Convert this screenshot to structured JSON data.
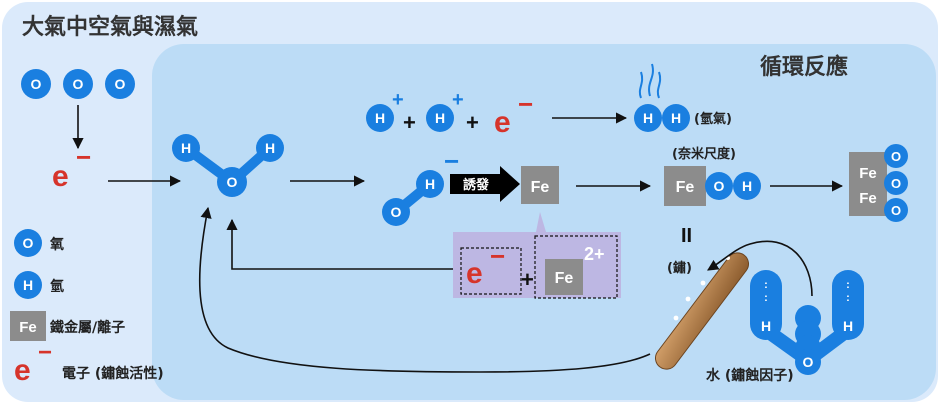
{
  "titles": {
    "outer": "大氣中空氣與濕氣",
    "inner": "循環反應"
  },
  "atoms": {
    "oxygen": "O",
    "hydrogen": "H",
    "iron": "Fe"
  },
  "electron": {
    "symbol": "e",
    "charge": "−"
  },
  "charges": {
    "plus": "+",
    "two_plus": "2+"
  },
  "operators": {
    "plus": "+",
    "parallel": "II"
  },
  "labels": {
    "hydrogen_gas": "(氫氣)",
    "nano_scale": "(奈米尺度)",
    "induce": "誘發",
    "rust": "(鏽)",
    "water": "水 (鏽蝕因子)"
  },
  "legend": [
    {
      "icon": "O",
      "text": "氧"
    },
    {
      "icon": "H",
      "text": "氫"
    },
    {
      "icon": "Fe",
      "text": "鐵金屬/離子"
    },
    {
      "icon": "e",
      "text": "電子 (鏽蝕活性)"
    }
  ],
  "colors": {
    "outer_bg": "#dbeafb",
    "inner_bg": "#bcdcf6",
    "atom": "#1a7fe0",
    "iron": "#8c8c8c",
    "electron": "#d6342b",
    "ion_box": "#bdb7e3",
    "rust": "#b07a45"
  }
}
